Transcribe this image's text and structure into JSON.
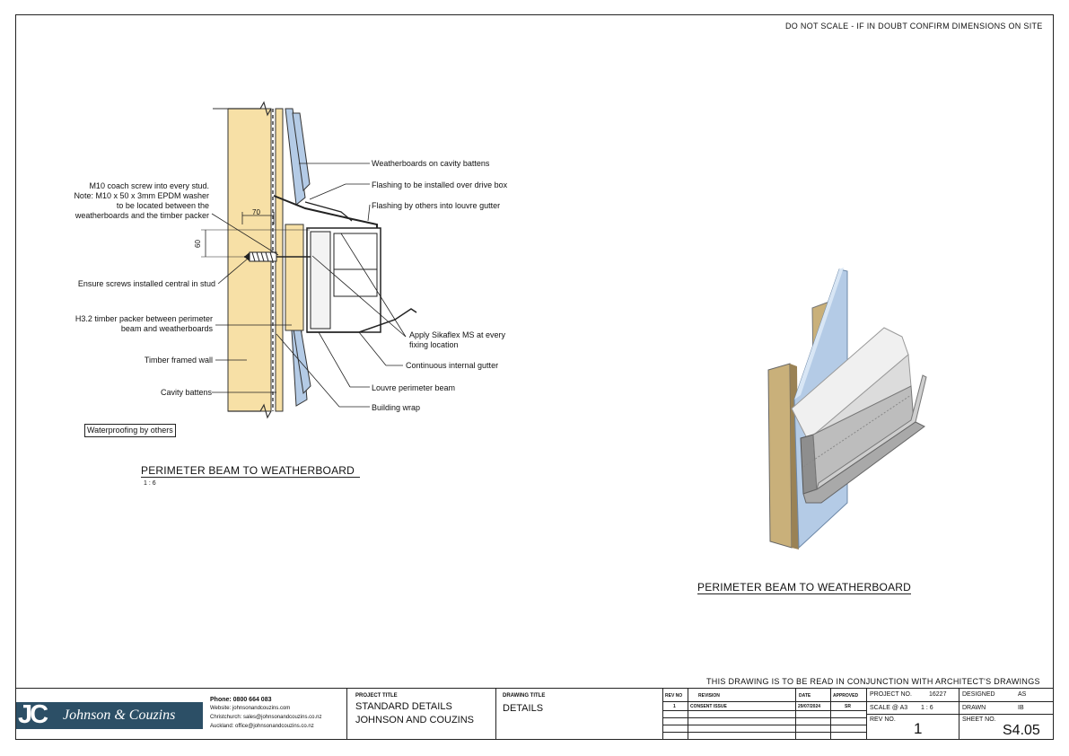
{
  "header": {
    "notice": "DO NOT SCALE - IF IN DOUBT CONFIRM DIMENSIONS ON SITE",
    "conjunction": "THIS DRAWING IS TO BE READ IN CONJUNCTION WITH ARCHITECT'S DRAWINGS"
  },
  "section": {
    "title": "PERIMETER BEAM TO WEATHERBOARD",
    "scale": "1 : 6",
    "dims": {
      "horizontal": "70",
      "vertical": "60"
    },
    "notes_right": [
      "Weatherboards on cavity battens",
      "Flashing to be installed over drive box",
      "Flashing by others into louvre gutter",
      "Apply Sikaflex MS at every",
      "fixing location",
      "Continuous internal gutter",
      "Louvre perimeter beam",
      "Building wrap"
    ],
    "notes_left": [
      "M10 coach screw into every stud.",
      "Note: M10 x 50 x 3mm EPDM washer",
      "to be located between the",
      "weatherboards and the timber packer",
      "Ensure screws installed central in stud",
      "H3.2 timber packer between perimeter",
      "beam and weatherboards",
      "Timber framed wall",
      "Cavity battens"
    ],
    "boxed_note": "Waterproofing by others"
  },
  "iso": {
    "title": "PERIMETER BEAM TO WEATHERBOARD"
  },
  "titleblock": {
    "logo_initials": "JC",
    "logo_name": "Johnson & Couzins",
    "contact": [
      "Phone: 0800 664 083",
      "Website: johnsonandcouzins.com",
      "Christchurch: sales@johnsonandcouzins.co.nz",
      "Auckland: office@johnsonandcouzins.co.nz"
    ],
    "project_title_label": "PROJECT TITLE",
    "project_title_1": "STANDARD DETAILS",
    "project_title_2": "JOHNSON AND COUZINS",
    "drawing_title_label": "DRAWING TITLE",
    "drawing_title": "DETAILS",
    "rev_headers": {
      "rev": "REV NO",
      "revision": "REVISION",
      "date": "DATE",
      "approved": "APPROVED"
    },
    "rev_row": {
      "rev": "1",
      "revision": "CONSENT ISSUE",
      "date": "29/07/2024",
      "approved": "SR"
    },
    "project_no_label": "PROJECT NO.",
    "project_no": "16227",
    "designed_label": "DESIGNED",
    "designed": "AS",
    "scale_label": "SCALE @ A3",
    "scale": "1 : 6",
    "drawn_label": "DRAWN",
    "drawn": "IB",
    "revno_label": "REV NO.",
    "revno": "1",
    "sheet_label": "SHEET NO.",
    "sheet": "S4.05"
  },
  "colors": {
    "timber": "#f7e0a6",
    "board": "#b4cbe6",
    "logo_bg": "#2c4f66"
  }
}
